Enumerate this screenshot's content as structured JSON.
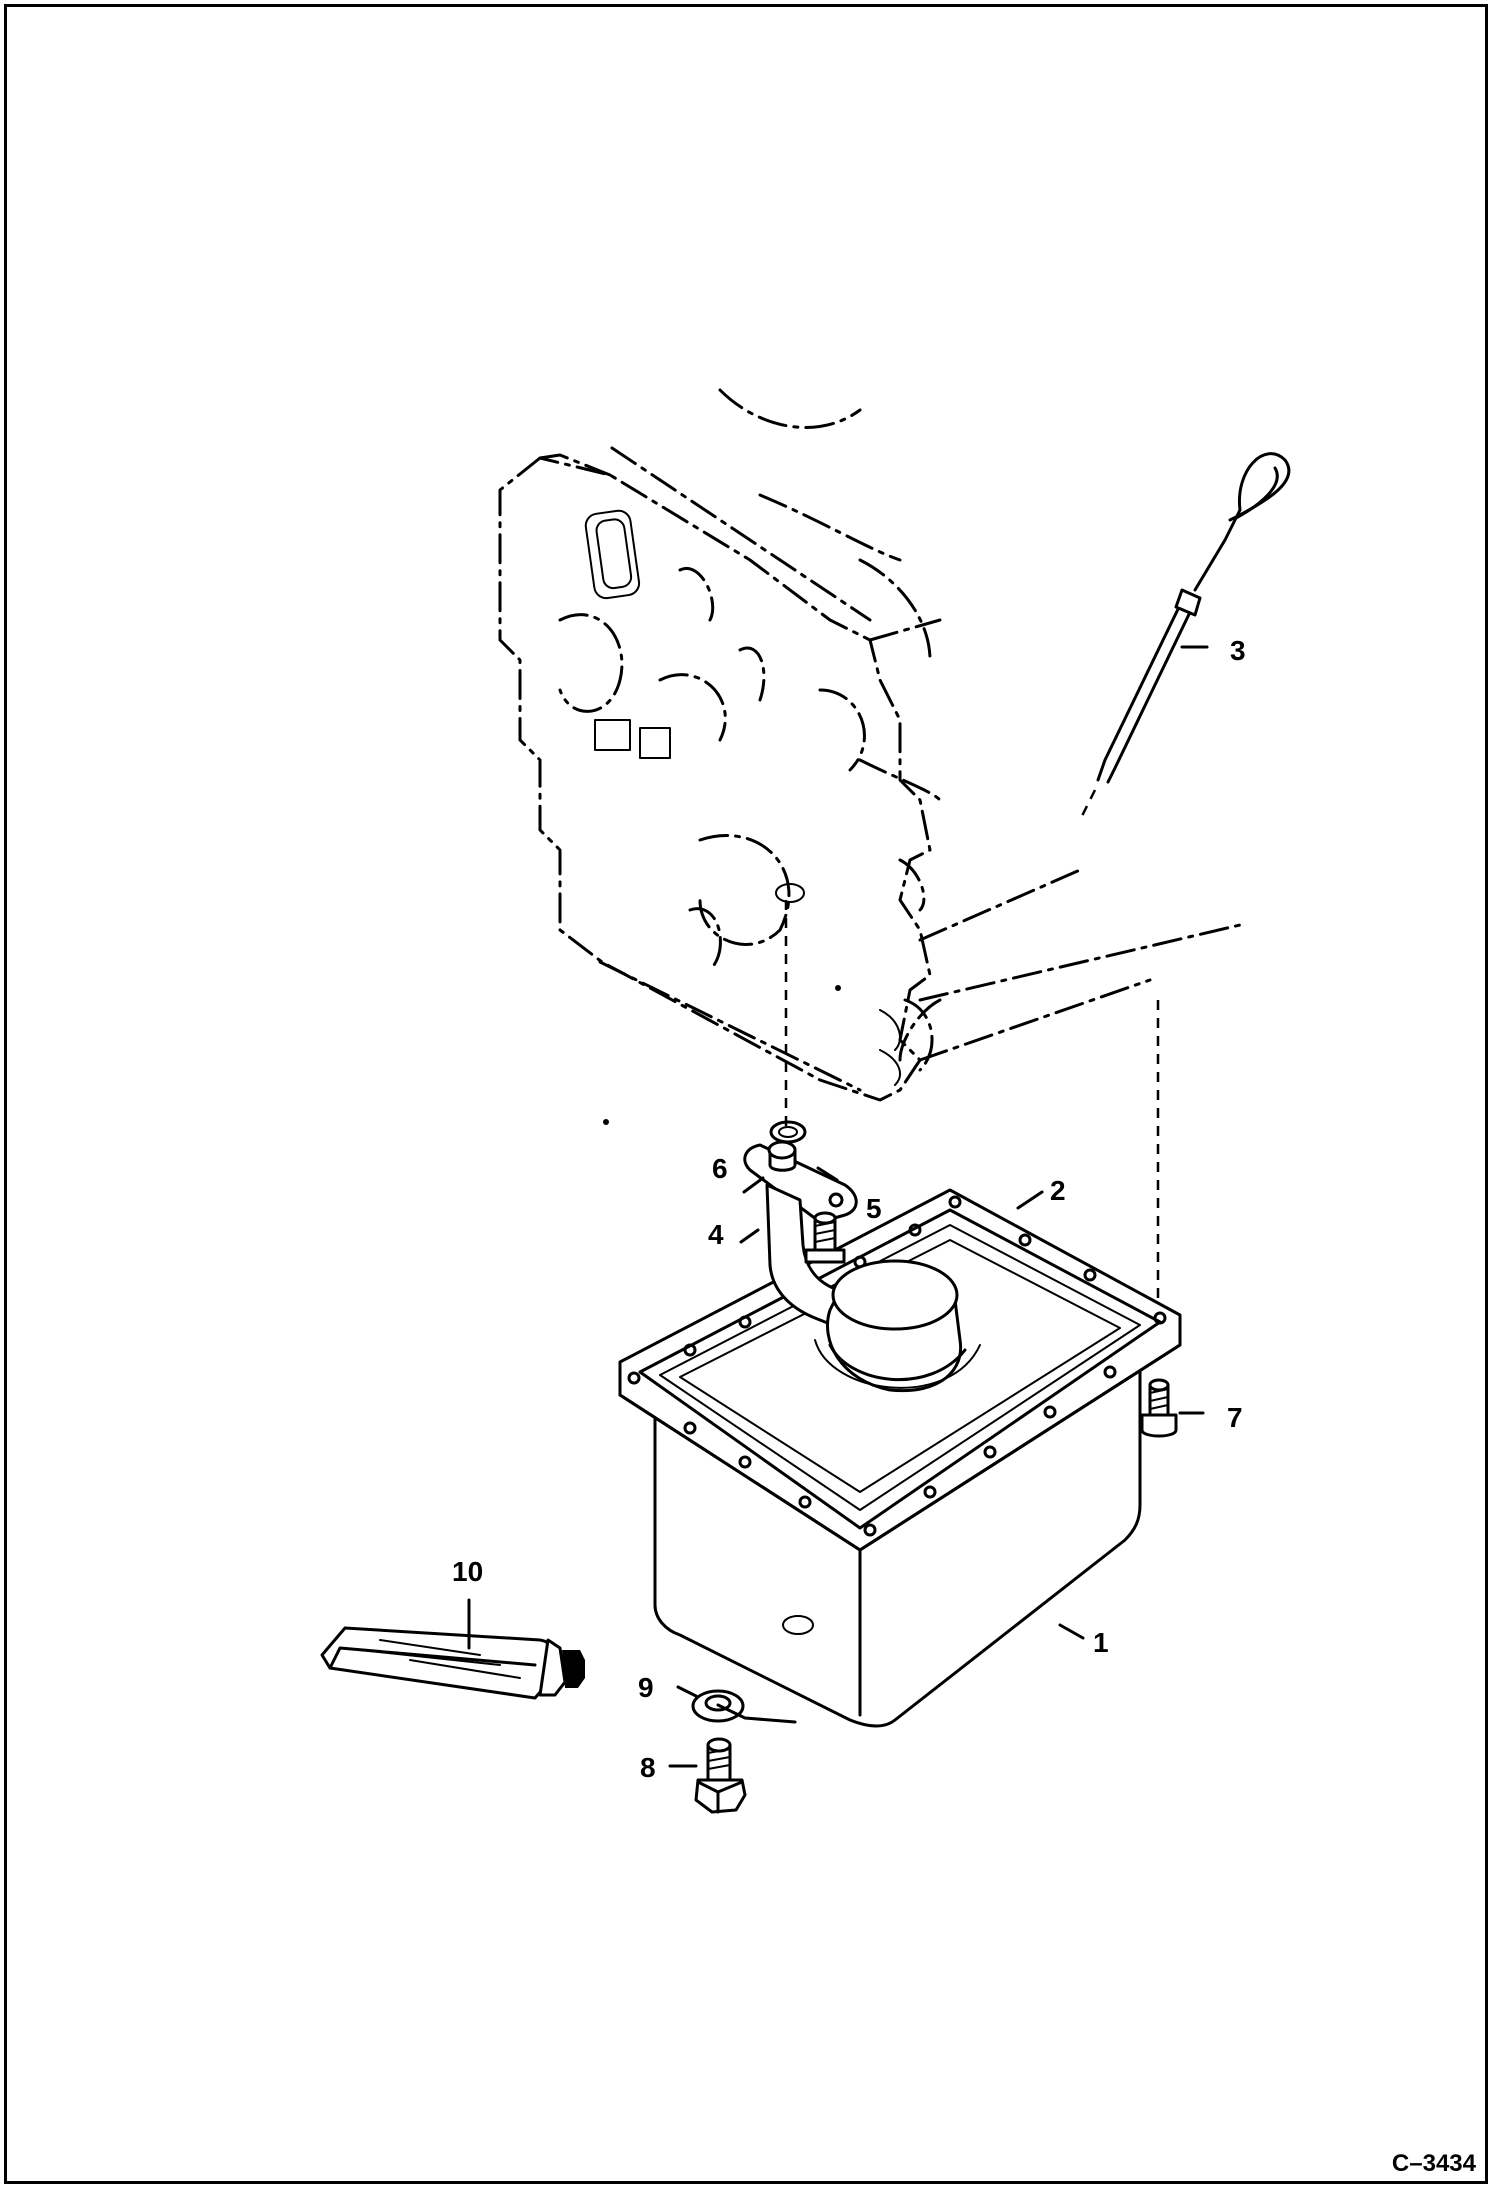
{
  "figure": {
    "reference": "C–3434"
  },
  "callouts": [
    {
      "id": "1",
      "label": "1"
    },
    {
      "id": "2",
      "label": "2"
    },
    {
      "id": "3",
      "label": "3"
    },
    {
      "id": "4",
      "label": "4"
    },
    {
      "id": "5",
      "label": "5"
    },
    {
      "id": "6",
      "label": "6"
    },
    {
      "id": "7",
      "label": "7"
    },
    {
      "id": "8",
      "label": "8"
    },
    {
      "id": "9",
      "label": "9"
    },
    {
      "id": "10",
      "label": "10"
    }
  ],
  "parts": [
    {
      "callout": "1",
      "icon": "oil-pan-icon"
    },
    {
      "callout": "2",
      "icon": "gasket-icon"
    },
    {
      "callout": "3",
      "icon": "dipstick-icon"
    },
    {
      "callout": "4",
      "icon": "oil-strainer-icon"
    },
    {
      "callout": "5",
      "icon": "bolt-icon"
    },
    {
      "callout": "6",
      "icon": "o-ring-icon"
    },
    {
      "callout": "7",
      "icon": "bolt-icon"
    },
    {
      "callout": "8",
      "icon": "drain-plug-icon"
    },
    {
      "callout": "9",
      "icon": "washer-icon"
    },
    {
      "callout": "10",
      "icon": "sealant-tube-icon"
    }
  ]
}
